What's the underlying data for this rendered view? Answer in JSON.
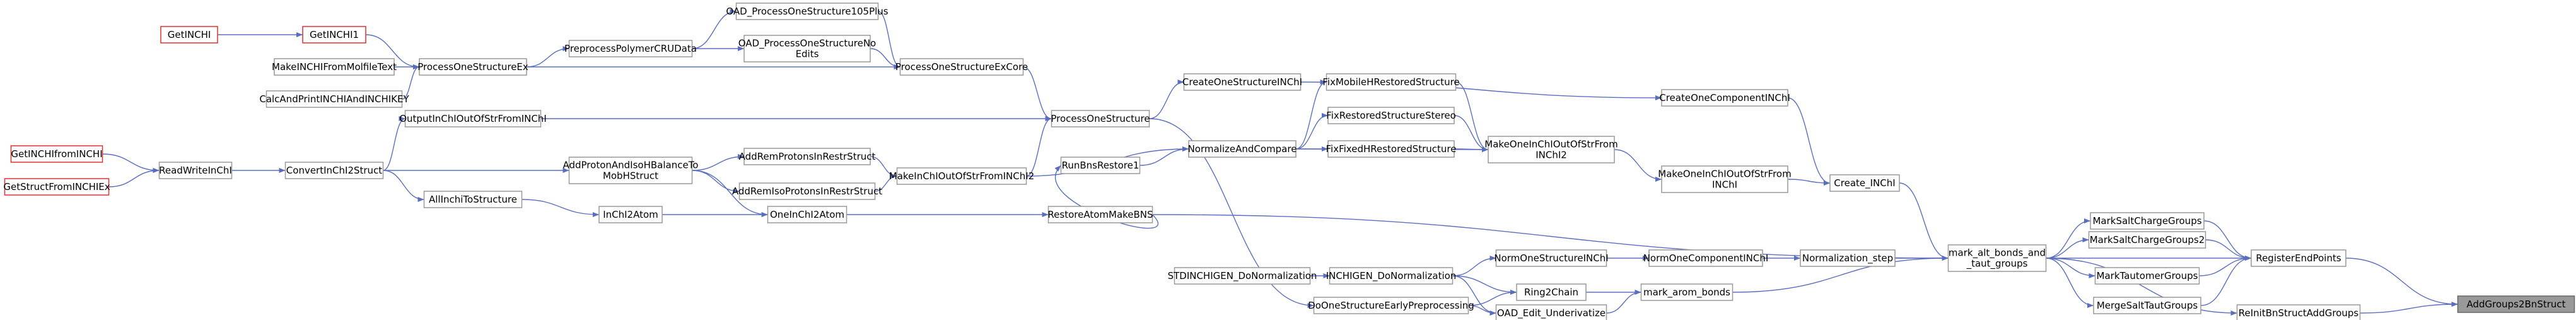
{
  "graph": {
    "focus": "AddGroups2BnStruct",
    "nodes": [
      {
        "id": "AddGroups2BnStruct",
        "label": [
          "AddGroups2BnStruct"
        ],
        "style": "focus"
      },
      {
        "id": "RegisterEndPoints",
        "label": [
          "RegisterEndPoints"
        ]
      },
      {
        "id": "ReInitBnStructAddGroups",
        "label": [
          "ReInitBnStructAddGroups"
        ]
      },
      {
        "id": "MarkSaltChargeGroups",
        "label": [
          "MarkSaltChargeGroups"
        ]
      },
      {
        "id": "MarkSaltChargeGroups2",
        "label": [
          "MarkSaltChargeGroups2"
        ]
      },
      {
        "id": "MarkTautomerGroups",
        "label": [
          "MarkTautomerGroups"
        ]
      },
      {
        "id": "MergeSaltTautGroups",
        "label": [
          "MergeSaltTautGroups"
        ]
      },
      {
        "id": "mark_alt_bonds_and_taut_groups",
        "label": [
          "mark_alt_bonds_and",
          "_taut_groups"
        ]
      },
      {
        "id": "Create_INChI",
        "label": [
          "Create_INChI"
        ]
      },
      {
        "id": "Normalization_step",
        "label": [
          "Normalization_step"
        ]
      },
      {
        "id": "mark_arom_bonds",
        "label": [
          "mark_arom_bonds"
        ]
      },
      {
        "id": "CreateOneComponentINChI",
        "label": [
          "CreateOneComponentINChI"
        ]
      },
      {
        "id": "MakeOneInChIOutOfStrFromINChI",
        "label": [
          "MakeOneInChIOutOfStrFrom",
          "INChI"
        ]
      },
      {
        "id": "NormOneComponentINChI",
        "label": [
          "NormOneComponentINChI"
        ]
      },
      {
        "id": "NormOneStructureINChI",
        "label": [
          "NormOneStructureINChI"
        ]
      },
      {
        "id": "Ring2Chain",
        "label": [
          "Ring2Chain"
        ]
      },
      {
        "id": "OAD_Edit_Underivatize",
        "label": [
          "OAD_Edit_Underivatize"
        ]
      },
      {
        "id": "INCHIGEN_DoNormalization",
        "label": [
          "INCHIGEN_DoNormalization"
        ]
      },
      {
        "id": "DoOneStructureEarlyPreprocessing",
        "label": [
          "DoOneStructureEarlyPreprocessing"
        ]
      },
      {
        "id": "STDINCHIGEN_DoNormalization",
        "label": [
          "STDINCHIGEN_DoNormalization"
        ]
      },
      {
        "id": "MakeOneInChIOutOfStrFromINChI2",
        "label": [
          "MakeOneInChIOutOfStrFrom",
          "INChI2"
        ]
      },
      {
        "id": "FixMobileHRestoredStructure",
        "label": [
          "FixMobileHRestoredStructure"
        ]
      },
      {
        "id": "FixRestoredStructureStereo",
        "label": [
          "FixRestoredStructureStereo"
        ]
      },
      {
        "id": "FixFixedHRestoredStructure",
        "label": [
          "FixFixedHRestoredStructure"
        ]
      },
      {
        "id": "NormalizeAndCompare",
        "label": [
          "NormalizeAndCompare"
        ]
      },
      {
        "id": "CreateOneStructureINChI",
        "label": [
          "CreateOneStructureINChI"
        ]
      },
      {
        "id": "RunBnsRestore1",
        "label": [
          "RunBnsRestore1"
        ]
      },
      {
        "id": "RestoreAtomMakeBNS",
        "label": [
          "RestoreAtomMakeBNS"
        ]
      },
      {
        "id": "ProcessOneStructure",
        "label": [
          "ProcessOneStructure"
        ]
      },
      {
        "id": "MakeInChIOutOfStrFromINChI2",
        "label": [
          "MakeInChIOutOfStrFromINChI2"
        ]
      },
      {
        "id": "OneInChI2Atom",
        "label": [
          "OneInChI2Atom"
        ]
      },
      {
        "id": "ProcessOneStructureExCore",
        "label": [
          "ProcessOneStructureExCore"
        ]
      },
      {
        "id": "OutputInChIOutOfStrFromINChI",
        "label": [
          "OutputInChIOutOfStrFromINChI"
        ]
      },
      {
        "id": "AddRemProtonsInRestrStruct",
        "label": [
          "AddRemProtonsInRestrStruct"
        ]
      },
      {
        "id": "AddRemIsoProtonsInRestrStruct",
        "label": [
          "AddRemIsoProtonsInRestrStruct"
        ]
      },
      {
        "id": "InChI2Atom",
        "label": [
          "InChI2Atom"
        ]
      },
      {
        "id": "OAD_ProcessOneStructure105Plus",
        "label": [
          "OAD_ProcessOneStructure105Plus"
        ]
      },
      {
        "id": "OAD_ProcessOneStructureNoEdits",
        "label": [
          "OAD_ProcessOneStructureNo",
          "Edits"
        ]
      },
      {
        "id": "ProcessOneStructureEx",
        "label": [
          "ProcessOneStructureEx"
        ]
      },
      {
        "id": "PreprocessPolymerCRUData",
        "label": [
          "PreprocessPolymerCRUData"
        ]
      },
      {
        "id": "AddProtonAndIsoHBalanceToMobHStruct",
        "label": [
          "AddProtonAndIsoHBalanceTo",
          "MobHStruct"
        ]
      },
      {
        "id": "AllInchiToStructure",
        "label": [
          "AllInchiToStructure"
        ]
      },
      {
        "id": "ConvertInChI2Struct",
        "label": [
          "ConvertInChI2Struct"
        ]
      },
      {
        "id": "GetINCHI1",
        "label": [
          "GetINCHI1"
        ],
        "style": "red"
      },
      {
        "id": "MakeINCHIFromMolfileText",
        "label": [
          "MakeINCHIFromMolfileText"
        ]
      },
      {
        "id": "CalcAndPrintINCHIAndINCHIKEY",
        "label": [
          "CalcAndPrintINCHIAndINCHIKEY"
        ]
      },
      {
        "id": "ReadWriteInChI",
        "label": [
          "ReadWriteInChI"
        ]
      },
      {
        "id": "GetINCHI",
        "label": [
          "GetINCHI"
        ],
        "style": "red"
      },
      {
        "id": "GetINCHIfromINCHI",
        "label": [
          "GetINCHIfromINCHI"
        ],
        "style": "red"
      },
      {
        "id": "GetStructFromINCHIEx",
        "label": [
          "GetStructFromINCHIEx"
        ],
        "style": "red"
      }
    ],
    "edges": [
      [
        "RegisterEndPoints",
        "AddGroups2BnStruct"
      ],
      [
        "ReInitBnStructAddGroups",
        "AddGroups2BnStruct"
      ],
      [
        "MarkSaltChargeGroups",
        "RegisterEndPoints"
      ],
      [
        "MarkSaltChargeGroups2",
        "RegisterEndPoints"
      ],
      [
        "MarkTautomerGroups",
        "RegisterEndPoints"
      ],
      [
        "MergeSaltTautGroups",
        "RegisterEndPoints"
      ],
      [
        "mark_alt_bonds_and_taut_groups",
        "RegisterEndPoints"
      ],
      [
        "mark_alt_bonds_and_taut_groups",
        "ReInitBnStructAddGroups"
      ],
      [
        "mark_alt_bonds_and_taut_groups",
        "MarkSaltChargeGroups"
      ],
      [
        "mark_alt_bonds_and_taut_groups",
        "MarkSaltChargeGroups2"
      ],
      [
        "mark_alt_bonds_and_taut_groups",
        "MarkTautomerGroups"
      ],
      [
        "mark_alt_bonds_and_taut_groups",
        "MergeSaltTautGroups"
      ],
      [
        "Create_INChI",
        "mark_alt_bonds_and_taut_groups"
      ],
      [
        "Normalization_step",
        "mark_alt_bonds_and_taut_groups"
      ],
      [
        "mark_arom_bonds",
        "mark_alt_bonds_and_taut_groups"
      ],
      [
        "RestoreAtomMakeBNS",
        "mark_alt_bonds_and_taut_groups"
      ],
      [
        "CreateOneComponentINChI",
        "Create_INChI"
      ],
      [
        "MakeOneInChIOutOfStrFromINChI",
        "Create_INChI"
      ],
      [
        "NormOneComponentINChI",
        "Normalization_step"
      ],
      [
        "Ring2Chain",
        "mark_arom_bonds"
      ],
      [
        "OAD_Edit_Underivatize",
        "mark_arom_bonds"
      ],
      [
        "CreateOneStructureINChI",
        "CreateOneComponentINChI"
      ],
      [
        "MakeOneInChIOutOfStrFromINChI2",
        "MakeOneInChIOutOfStrFromINChI"
      ],
      [
        "NormOneStructureINChI",
        "NormOneComponentINChI"
      ],
      [
        "INCHIGEN_DoNormalization",
        "NormOneStructureINChI"
      ],
      [
        "INCHIGEN_DoNormalization",
        "Ring2Chain"
      ],
      [
        "DoOneStructureEarlyPreprocessing",
        "Ring2Chain"
      ],
      [
        "INCHIGEN_DoNormalization",
        "OAD_Edit_Underivatize"
      ],
      [
        "DoOneStructureEarlyPreprocessing",
        "OAD_Edit_Underivatize"
      ],
      [
        "STDINCHIGEN_DoNormalization",
        "INCHIGEN_DoNormalization"
      ],
      [
        "ProcessOneStructure",
        "DoOneStructureEarlyPreprocessing"
      ],
      [
        "FixMobileHRestoredStructure",
        "MakeOneInChIOutOfStrFromINChI2"
      ],
      [
        "FixRestoredStructureStereo",
        "MakeOneInChIOutOfStrFromINChI2"
      ],
      [
        "FixFixedHRestoredStructure",
        "MakeOneInChIOutOfStrFromINChI2"
      ],
      [
        "NormalizeAndCompare",
        "MakeOneInChIOutOfStrFromINChI2"
      ],
      [
        "NormalizeAndCompare",
        "FixMobileHRestoredStructure"
      ],
      [
        "NormalizeAndCompare",
        "FixRestoredStructureStereo"
      ],
      [
        "NormalizeAndCompare",
        "FixFixedHRestoredStructure"
      ],
      [
        "RunBnsRestore1",
        "NormalizeAndCompare"
      ],
      [
        "ProcessOneStructure",
        "CreateOneStructureINChI"
      ],
      [
        "RestoreAtomMakeBNS",
        "RunBnsRestore1"
      ],
      [
        "OneInChI2Atom",
        "RestoreAtomMakeBNS"
      ],
      [
        "ProcessOneStructureExCore",
        "ProcessOneStructure"
      ],
      [
        "OutputInChIOutOfStrFromINChI",
        "ProcessOneStructure"
      ],
      [
        "MakeInChIOutOfStrFromINChI2",
        "ProcessOneStructure"
      ],
      [
        "MakeInChIOutOfStrFromINChI2",
        "NormalizeAndCompare"
      ],
      [
        "AddRemProtonsInRestrStruct",
        "MakeInChIOutOfStrFromINChI2"
      ],
      [
        "AddRemIsoProtonsInRestrStruct",
        "MakeInChIOutOfStrFromINChI2"
      ],
      [
        "InChI2Atom",
        "OneInChI2Atom"
      ],
      [
        "AddProtonAndIsoHBalanceToMobHStruct",
        "OneInChI2Atom"
      ],
      [
        "OAD_ProcessOneStructure105Plus",
        "ProcessOneStructureExCore"
      ],
      [
        "OAD_ProcessOneStructureNoEdits",
        "ProcessOneStructureExCore"
      ],
      [
        "ProcessOneStructureEx",
        "ProcessOneStructureExCore"
      ],
      [
        "PreprocessPolymerCRUData",
        "OAD_ProcessOneStructure105Plus"
      ],
      [
        "PreprocessPolymerCRUData",
        "OAD_ProcessOneStructureNoEdits"
      ],
      [
        "ProcessOneStructureEx",
        "PreprocessPolymerCRUData"
      ],
      [
        "ConvertInChI2Struct",
        "OutputInChIOutOfStrFromINChI"
      ],
      [
        "AddProtonAndIsoHBalanceToMobHStruct",
        "AddRemProtonsInRestrStruct"
      ],
      [
        "AddProtonAndIsoHBalanceToMobHStruct",
        "AddRemIsoProtonsInRestrStruct"
      ],
      [
        "AllInchiToStructure",
        "InChI2Atom"
      ],
      [
        "ConvertInChI2Struct",
        "AddProtonAndIsoHBalanceToMobHStruct"
      ],
      [
        "ConvertInChI2Struct",
        "AllInchiToStructure"
      ],
      [
        "GetINCHI1",
        "ProcessOneStructureEx"
      ],
      [
        "MakeINCHIFromMolfileText",
        "ProcessOneStructureEx"
      ],
      [
        "CalcAndPrintINCHIAndINCHIKEY",
        "ProcessOneStructureEx"
      ],
      [
        "ReadWriteInChI",
        "ConvertInChI2Struct"
      ],
      [
        "GetINCHI",
        "GetINCHI1"
      ],
      [
        "GetINCHIfromINCHI",
        "ReadWriteInChI"
      ],
      [
        "GetStructFromINCHIEx",
        "ReadWriteInChI"
      ]
    ]
  }
}
